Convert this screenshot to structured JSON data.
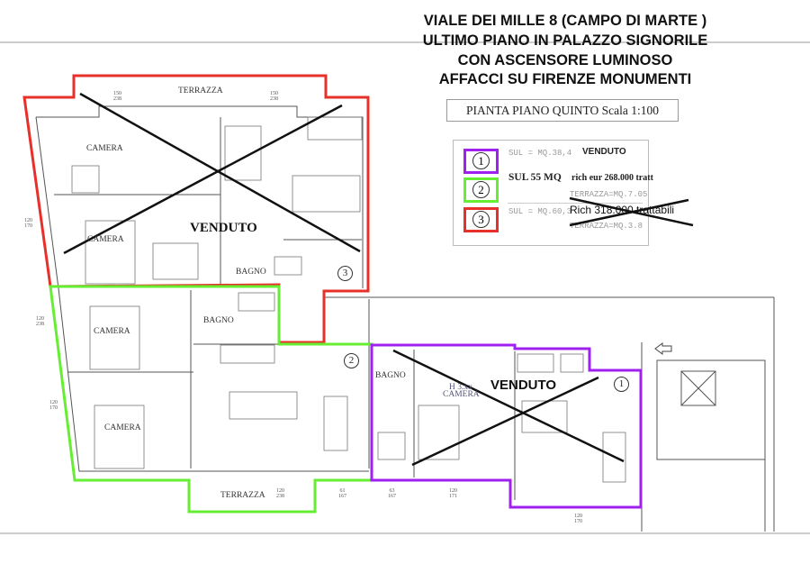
{
  "title": {
    "line1": "VIALE DEI MILLE 8 (CAMPO DI MARTE )",
    "line2": "ULTIMO PIANO IN PALAZZO SIGNORILE",
    "line3": "CON ASCENSORE LUMINOSO",
    "line4": "AFFACCI SU FIRENZE MONUMENTI"
  },
  "scale_label": "PIANTA PIANO QUINTO Scala 1:100",
  "legend": {
    "unit1": {
      "number": "1",
      "color": "#a020f0",
      "sul": "SUL = MQ.38,4",
      "status": "VENDUTO"
    },
    "unit2": {
      "number": "2",
      "color": "#66ee33",
      "sul": "SUL 55 MQ",
      "price": "rich eur 268.000 tratt",
      "terrace": "TERRAZZA=MQ.7.05"
    },
    "unit3": {
      "number": "3",
      "color": "#e8302a",
      "sul": "SUL = MQ.60,3",
      "price": "Rich 318.000 trattabili",
      "terrace": "TERRAZZA=MQ.3.8"
    }
  },
  "rooms": {
    "terrazza_top": "TERRAZZA",
    "camera_u3_a": "CAMERA",
    "camera_u3_b": "CAMERA",
    "venduto_u3": "VENDUTO",
    "bagno_u3": "BAGNO",
    "camera_u2_a": "CAMERA",
    "bagno_u2": "BAGNO",
    "camera_u2_b": "CAMERA",
    "terrazza_bottom": "TERRAZZA",
    "bagno_u1": "BAGNO",
    "height_u1": "H 3.xx",
    "camera_u1": "CAMERA",
    "venduto_u1": "VENDUTO"
  },
  "markers": {
    "m1": "1",
    "m2": "2",
    "m3": "3"
  },
  "dimensions": {
    "d_top_a": [
      "150",
      "238"
    ],
    "d_top_b": [
      "150",
      "238"
    ],
    "d_left_a": [
      "120",
      "170"
    ],
    "d_left_b": [
      "120",
      "238"
    ],
    "d_left_c": [
      "120",
      "170"
    ],
    "d_bottom_a": [
      "120",
      "238"
    ],
    "d_bottom_b": [
      "61",
      "167"
    ],
    "d_bottom_c": [
      "63",
      "167"
    ],
    "d_bottom_d": [
      "120",
      "171"
    ],
    "d_bottom_e": [
      "120",
      "170"
    ]
  }
}
